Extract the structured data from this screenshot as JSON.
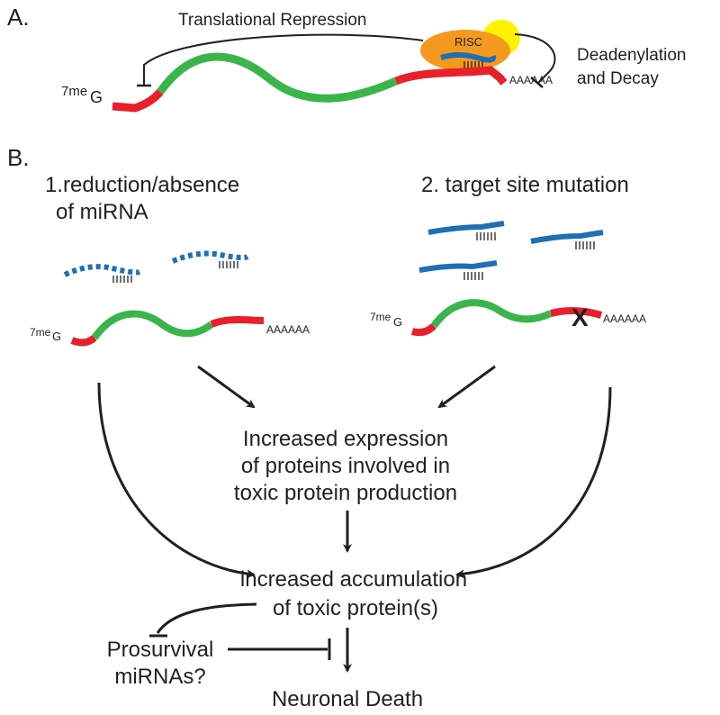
{
  "panel_a": {
    "label": "A.",
    "translational_repression": "Translational Repression",
    "risc": "RISC",
    "deadenylation_line1": "Deadenylation",
    "deadenylation_line2": "and Decay",
    "cap_prefix": "7me",
    "cap_suffix": "G",
    "polya": "AAAAAA"
  },
  "panel_b": {
    "label": "B.",
    "scenario1_line1": "1.reduction/absence",
    "scenario1_line2": "of miRNA",
    "scenario2_line1": "2. target site mutation",
    "cap_prefix": "7me",
    "cap_suffix": "G",
    "polya": "AAAAAA",
    "mutation_mark": "X",
    "increased_expression_lines": [
      "Increased expression",
      "of proteins involved in",
      "toxic protein production"
    ],
    "accumulation_lines": [
      "increased accumulation",
      "of toxic protein(s)"
    ],
    "prosurvival_lines": [
      "Prosurvival",
      "miRNAs?"
    ],
    "neuronal_death": "Neuronal Death"
  },
  "colors": {
    "utr": "#e8202a",
    "cds": "#3ab54a",
    "mirna": "#1f6fb5",
    "risc": "#f39a1e",
    "cofactor": "#fff200",
    "arrow": "#231f20"
  }
}
